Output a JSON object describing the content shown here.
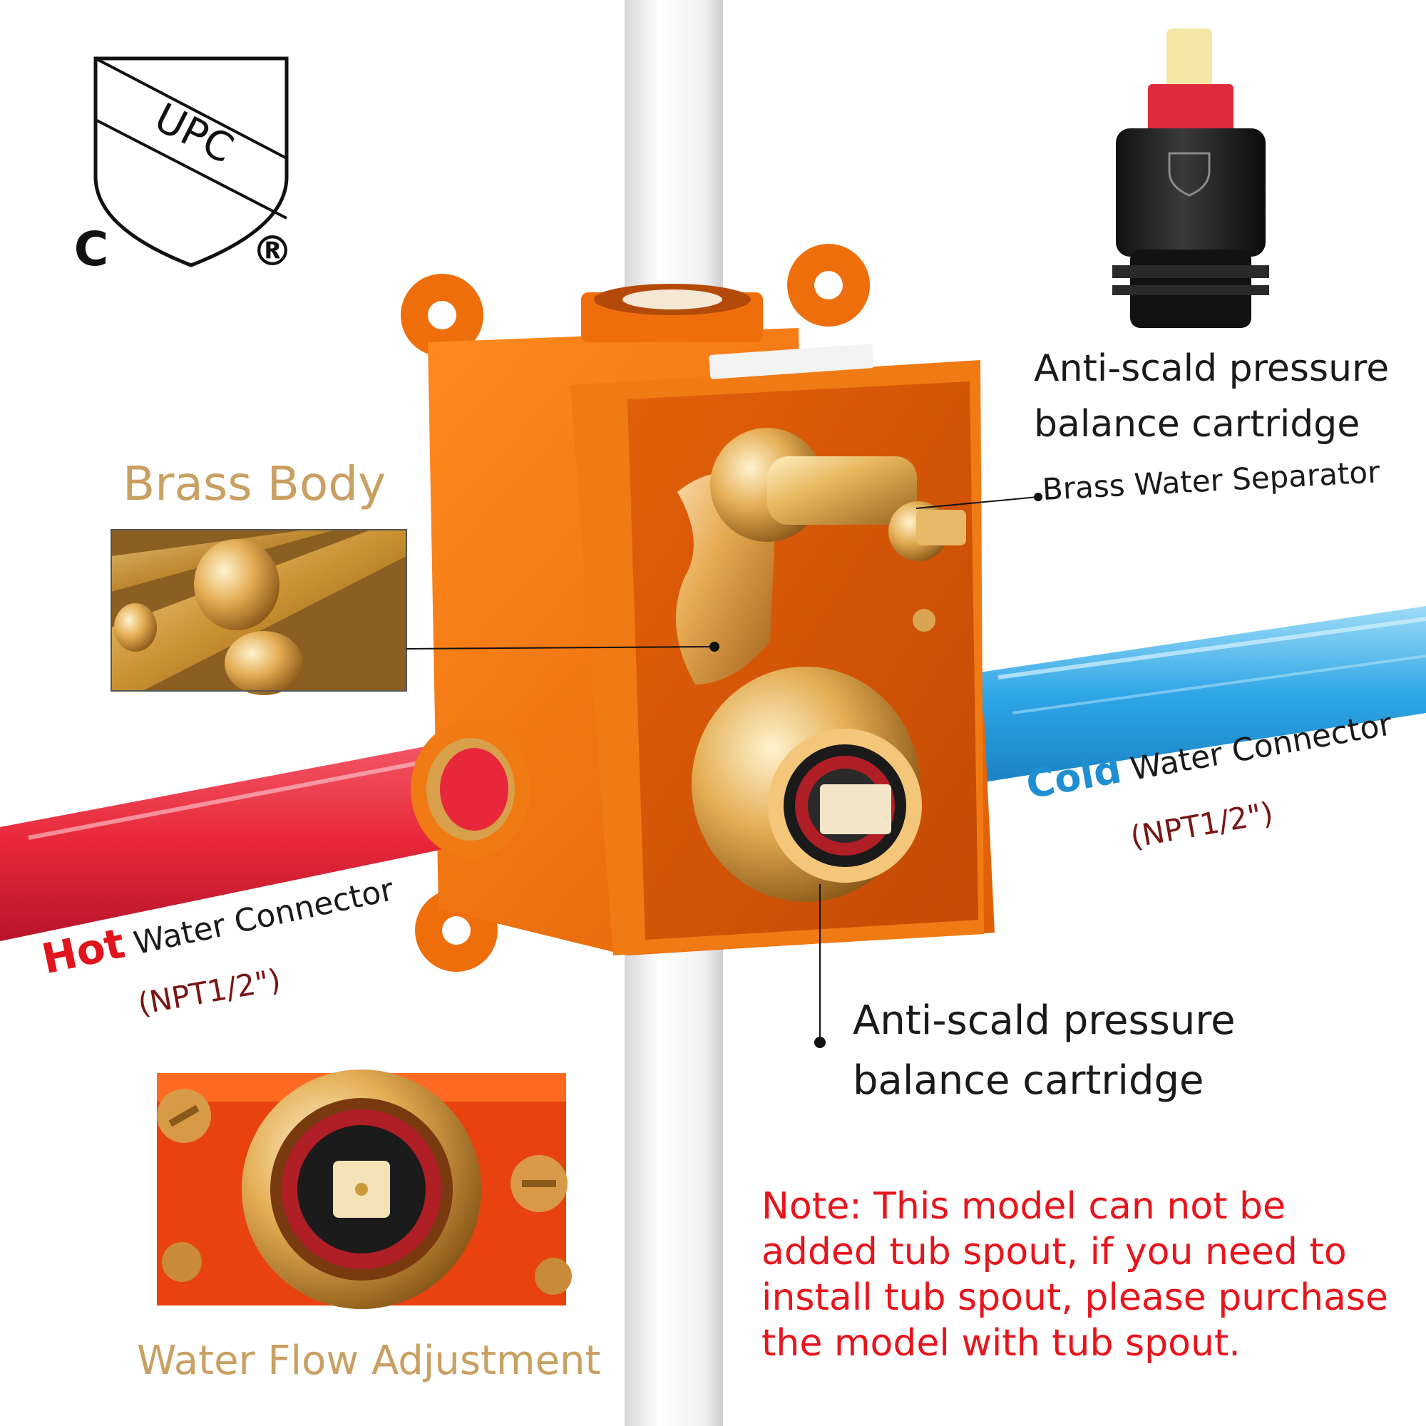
{
  "certification": {
    "mark_text": "UPC",
    "left_letter": "C",
    "registered_symbol": "®"
  },
  "labels": {
    "brass_body": "Brass Body",
    "cartridge_top_line1": "Anti-scald pressure",
    "cartridge_top_line2": "balance cartridge",
    "brass_water_separator": "Brass Water Separator",
    "cold_word": "Cold",
    "cold_rest": "Water Connector",
    "cold_npt": "(NPT1/2\")",
    "hot_word": "Hot",
    "hot_rest": "Water Connector",
    "hot_npt": "(NPT1/2\")",
    "cartridge_bottom_line1": "Anti-scald pressure",
    "cartridge_bottom_line2": "balance cartridge",
    "water_flow_adjustment": "Water Flow Adjustment"
  },
  "note": "Note: This model can not be added tub spout, if you need to install tub spout, please purchase the model with tub spout.",
  "colors": {
    "housing_orange": "#f2720c",
    "brass_gold": "#d4a24a",
    "hot_pipe": "#e8283a",
    "cold_pipe": "#2ea6e6",
    "label_gold": "#c9a062",
    "note_red": "#e8141c",
    "cold_blue": "#1f8fd2",
    "hot_red": "#e0141c"
  }
}
